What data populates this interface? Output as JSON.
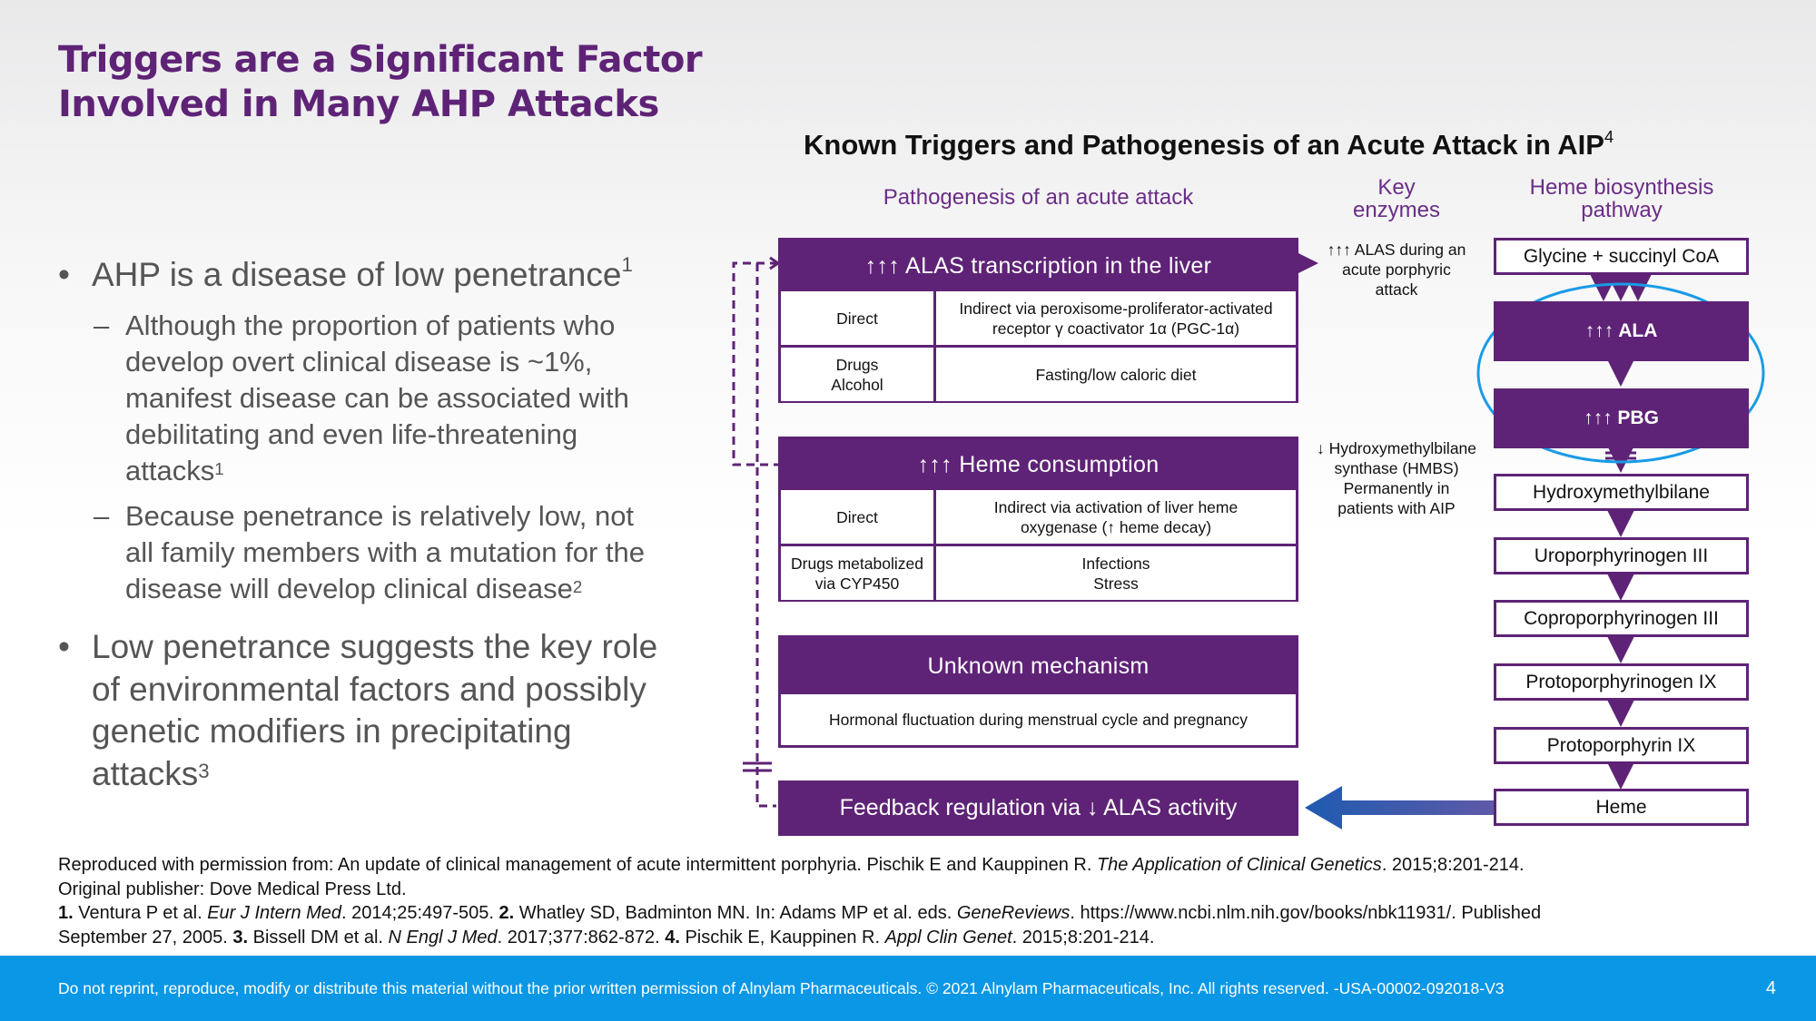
{
  "title": {
    "line1": "Triggers are a Significant Factor",
    "line2": "Involved in Many AHP Attacks"
  },
  "bullets": {
    "b1": {
      "text": "AHP is a disease of low penetrance",
      "sup": "1"
    },
    "b1_sub1": {
      "l1": "Although the proportion of patients who",
      "l2": "develop overt clinical disease is ~1%,",
      "l3": "manifest disease can be associated with",
      "l4": "debilitating and even life-threatening",
      "l5": "attacks",
      "sup": "1"
    },
    "b1_sub2": {
      "l1": "Because penetrance is relatively low, not",
      "l2": "all family members with a mutation for the",
      "l3": "disease will develop clinical disease",
      "sup": "2"
    },
    "b2": {
      "l1": "Low penetrance suggests the key role",
      "l2": "of environmental factors and possibly",
      "l3": "genetic modifiers in precipitating",
      "l4": "attacks",
      "sup": "3"
    },
    "bullet_glyph": "•",
    "dash_glyph": "–"
  },
  "diagram": {
    "title": "Known Triggers and Pathogenesis of an Acute Attack in AIP",
    "title_sup": "4",
    "col_pathogenesis": "Pathogenesis of an acute attack",
    "col_enzymes_l1": "Key",
    "col_enzymes_l2": "enzymes",
    "col_pathway_l1": "Heme biosynthesis",
    "col_pathway_l2": "pathway",
    "alas": {
      "head": "↑↑↑ ALAS transcription in the liver",
      "r1_left": "Direct",
      "r1_right_l1": "Indirect via peroxisome-proliferator-activated",
      "r1_right_l2": "receptor γ coactivator 1α (PGC-1α)",
      "r2_left_l1": "Drugs",
      "r2_left_l2": "Alcohol",
      "r2_right": "Fasting/low caloric diet"
    },
    "heme_consumption": {
      "head": "↑↑↑ Heme consumption",
      "r1_left": "Direct",
      "r1_right_l1": "Indirect via activation of liver heme",
      "r1_right_l2": "oxygenase (↑ heme decay)",
      "r2_left_l1": "Drugs metabolized",
      "r2_left_l2": "via CYP450",
      "r2_right_l1": "Infections",
      "r2_right_l2": "Stress"
    },
    "unknown": {
      "head": "Unknown mechanism",
      "body": "Hormonal fluctuation during menstrual cycle and pregnancy"
    },
    "feedback": "Feedback regulation via ↓ ALAS activity",
    "enzyme_note1": {
      "l1": "↑↑↑ ALAS during an",
      "l2": "acute porphyric",
      "l3": "attack"
    },
    "enzyme_note2": {
      "l1": "↓ Hydroxymethylbilane",
      "l2": "synthase (HMBS)",
      "l3": "Permanently in",
      "l4": "patients with AIP"
    },
    "pathway": {
      "glycine": "Glycine + succinyl CoA",
      "ala": "↑↑↑ ALA",
      "pbg": "↑↑↑ PBG",
      "hmb": "Hydroxymethylbilane",
      "uro": "Uroporphyrinogen III",
      "copro": "Coproporphyrinogen III",
      "protogen": "Protoporphyrinogen IX",
      "proto": "Protoporphyrin IX",
      "heme": "Heme"
    },
    "colors": {
      "purple": "#5e2376",
      "highlight_circle": "#1a9be6",
      "feedback_arrow": "#1f5bb0"
    }
  },
  "footnotes": {
    "l1a": "Reproduced with permission from: An update of clinical management of acute intermittent porphyria. Pischik E and Kauppinen R. ",
    "l1b": "The Application of Clinical Genetics",
    "l1c": ". 2015;8:201-214.",
    "l2": "Original publisher: Dove Medical Press Ltd.",
    "l3_n1": "1.",
    "l3a": " Ventura P et al. ",
    "l3b": "Eur J Intern Med",
    "l3c": ". 2014;25:497-505. ",
    "l3_n2": "2.",
    "l3d": " Whatley SD, Badminton MN. In: Adams MP et al. eds. ",
    "l3e": "GeneReviews",
    "l3f": ". https://www.ncbi.nlm.nih.gov/books/nbk11931/. Published",
    "l4a": "September 27, 2005. ",
    "l4_n3": "3.",
    "l4b": " Bissell DM et al. ",
    "l4c": "N Engl J Med",
    "l4d": ". 2017;377:862-872. ",
    "l4_n4": "4.",
    "l4e": " Pischik E, Kauppinen R. ",
    "l4f": "Appl Clin Genet",
    "l4g": ". 2015;8:201-214."
  },
  "footer": {
    "text": "Do not reprint, reproduce, modify or distribute this material without the prior written permission of Alnylam Pharmaceuticals. © 2021 Alnylam Pharmaceuticals, Inc.  All rights reserved. -USA-00002-092018-V3",
    "page": "4"
  }
}
